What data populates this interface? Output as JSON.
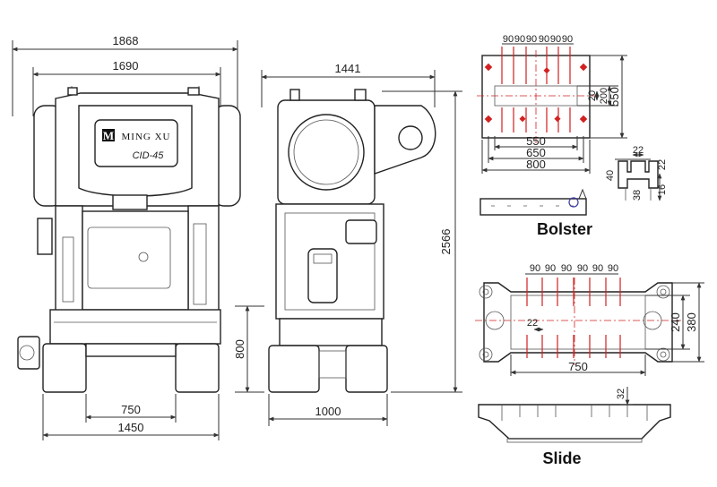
{
  "front_view": {
    "width_overall": "1868",
    "width_frame": "1690",
    "foot_spacing": "750",
    "base_width": "1450",
    "bottom_height": "800",
    "logo_text": "MING XU",
    "logo_letter": "M",
    "model_text": "CID-45"
  },
  "side_view": {
    "depth_overall": "1441",
    "total_height": "2566",
    "base_depth": "1000"
  },
  "bolster": {
    "caption": "Bolster",
    "slot_spacing": [
      "90",
      "90",
      "90",
      "90",
      "90",
      "90"
    ],
    "width_inner": "550",
    "width_mid": "650",
    "width_overall": "800",
    "depth_slot": "20",
    "depth_mid": "200",
    "depth_overall": "550",
    "t_slot_top": "22",
    "t_slot_height": "40",
    "t_slot_throat": "38",
    "t_slot_depth": "16",
    "t_slot_side": "22"
  },
  "slide": {
    "caption": "Slide",
    "slot_spacing": [
      "90",
      "90",
      "90",
      "90",
      "90",
      "90"
    ],
    "slot_width": "22",
    "width": "750",
    "depth_inner": "240",
    "depth_overall": "380",
    "thickness": "32"
  }
}
